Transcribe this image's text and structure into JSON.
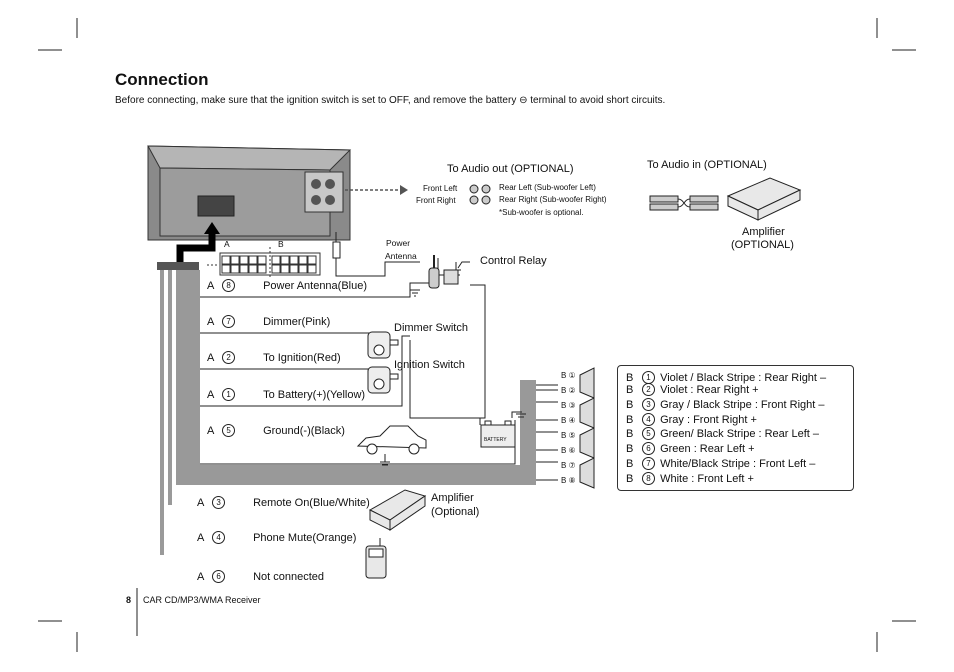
{
  "title": "Connection",
  "intro": "Before connecting, make sure that the ignition switch is set to OFF, and remove the battery ⊖ terminal to avoid short circuits.",
  "connector_labels": {
    "a": "A",
    "b": "B"
  },
  "audio_out": {
    "title": "To Audio out (OPTIONAL)",
    "front_left": "Front Left",
    "front_right": "Front Right",
    "rear_left": "Rear Left (Sub-woofer Left)",
    "rear_right": "Rear Right (Sub-woofer Right)",
    "note": "*Sub-woofer is optional."
  },
  "audio_in": {
    "title": "To Audio in (OPTIONAL)",
    "amp_line1": "Amplifier",
    "amp_line2": "(OPTIONAL)"
  },
  "power_antenna": {
    "line1": "Power",
    "line2": "Antenna"
  },
  "control_relay": "Control Relay",
  "dimmer_switch": "Dimmer Switch",
  "ignition_switch": "Ignition Switch",
  "battery": "BATTERY",
  "amp_optional": {
    "line1": "Amplifier",
    "line2": "(Optional)"
  },
  "wires": [
    {
      "conn": "A",
      "num": "8",
      "label": "Power Antenna(Blue)"
    },
    {
      "conn": "A",
      "num": "7",
      "label": "Dimmer(Pink)"
    },
    {
      "conn": "A",
      "num": "2",
      "label": "To Ignition(Red)"
    },
    {
      "conn": "A",
      "num": "1",
      "label": "To Battery(+)(Yellow)"
    },
    {
      "conn": "A",
      "num": "5",
      "label": "Ground(-)(Black)"
    },
    {
      "conn": "A",
      "num": "3",
      "label": "Remote On(Blue/White)"
    },
    {
      "conn": "A",
      "num": "4",
      "label": "Phone Mute(Orange)"
    },
    {
      "conn": "A",
      "num": "6",
      "label": "Not connected"
    }
  ],
  "speaker_legend": [
    {
      "conn": "B",
      "num": "1",
      "label": "Violet / Black Stripe : Rear Right –"
    },
    {
      "conn": "B",
      "num": "2",
      "label": "Violet : Rear Right +"
    },
    {
      "conn": "B",
      "num": "3",
      "label": "Gray / Black Stripe : Front Right –"
    },
    {
      "conn": "B",
      "num": "4",
      "label": "Gray : Front Right +"
    },
    {
      "conn": "B",
      "num": "5",
      "label": "Green/ Black Stripe : Rear Left –"
    },
    {
      "conn": "B",
      "num": "6",
      "label": "Green : Rear Left +"
    },
    {
      "conn": "B",
      "num": "7",
      "label": "White/Black Stripe : Front Left –"
    },
    {
      "conn": "B",
      "num": "8",
      "label": "White : Front Left +"
    }
  ],
  "footer": {
    "page": "8",
    "text": "CAR CD/MP3/WMA Receiver"
  }
}
